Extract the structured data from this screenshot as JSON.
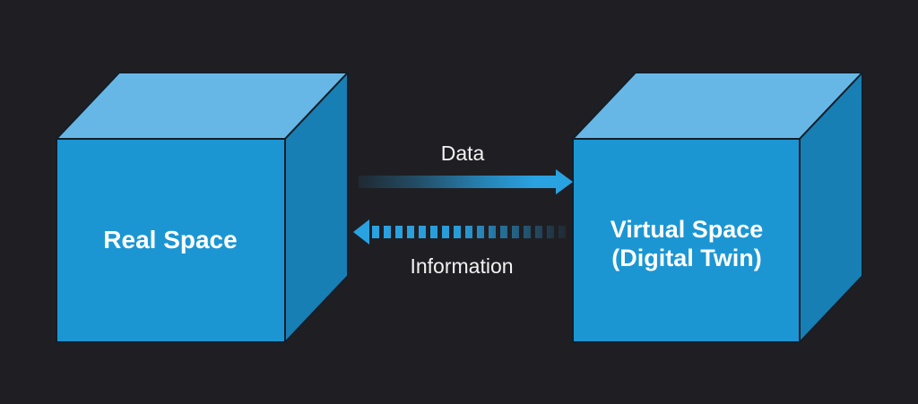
{
  "diagram": {
    "title": "Digital Twin concept diagram",
    "background": "#1f1f23",
    "left_cube": {
      "label": "Real Space"
    },
    "right_cube": {
      "label_line1": "Virtual Space",
      "label_line2": "(Digital Twin)"
    },
    "arrows": {
      "data_flow": {
        "label": "Data",
        "direction": "left-to-right",
        "style": "solid, fades in from left"
      },
      "information_flow": {
        "label": "Information",
        "direction": "right-to-left",
        "style": "dashed, fades out to right"
      }
    },
    "colors": {
      "background": "#1f1f23",
      "cube_top": "#67b7e6",
      "cube_front": "#1b96d3",
      "cube_side": "#187fb4",
      "cube_edge": "#131e28",
      "arrow_blue": "#29a2e2",
      "cube_text": "#ffffff",
      "arrow_text": "#f2f2f4"
    }
  }
}
